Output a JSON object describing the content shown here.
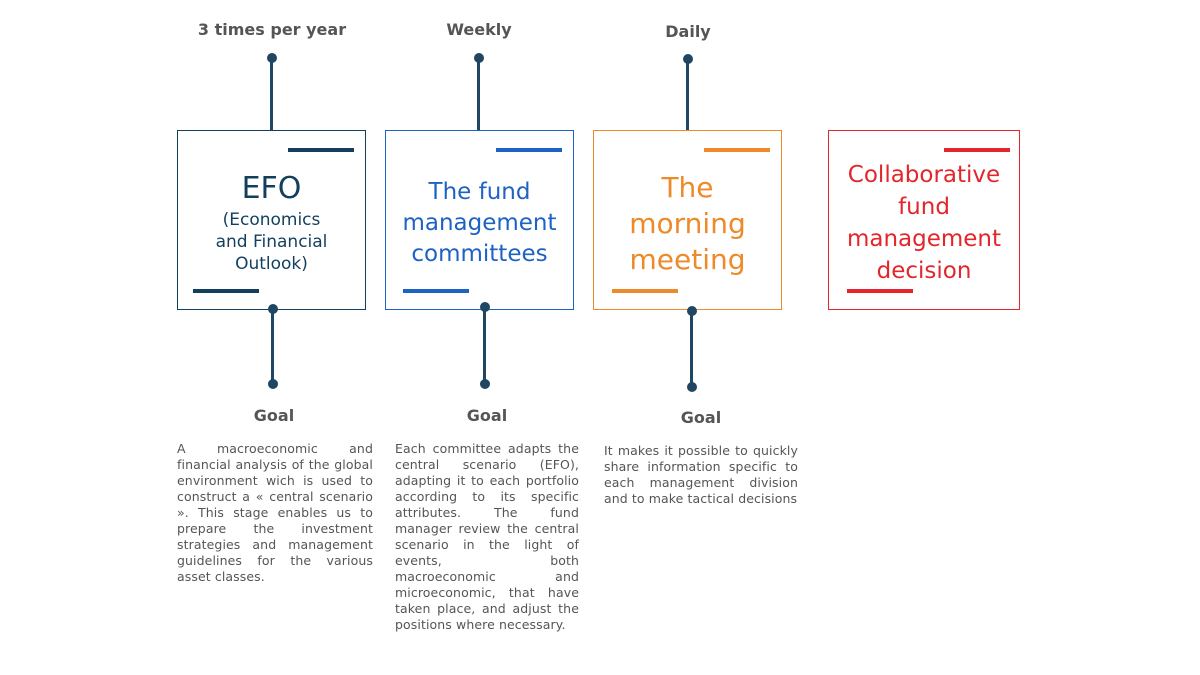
{
  "stages": [
    {
      "frequency": "3 times per year",
      "title": "EFO",
      "subtitle": "(Economics and Financial Outlook)",
      "goal_label": "Goal",
      "description": "A macroeconomic and financial analysis of the global environment wich is used to construct a « central scenario ». This stage enables us to prepare the investment strategies and management guidelines for the various asset classes.",
      "color": "#123f5e"
    },
    {
      "frequency": "Weekly",
      "title": "The fund management committees",
      "goal_label": "Goal",
      "description": "Each committee adapts the central scenario (EFO), adapting it to each portfolio according to its specific attributes. The fund manager review the central scenario in the light of events, both macroeconomic and microeconomic, that have taken place, and adjust the positions where necessary.",
      "color": "#1e63c3"
    },
    {
      "frequency": "Daily",
      "title": "The morning meeting",
      "goal_label": "Goal",
      "description": "It makes it possible to quickly share information specific to each management division and to make tactical decisions",
      "color": "#ee8a2a"
    },
    {
      "title": "Collaborative fund management decision",
      "color": "#e3262b"
    }
  ],
  "connector_color": "#1f4763"
}
